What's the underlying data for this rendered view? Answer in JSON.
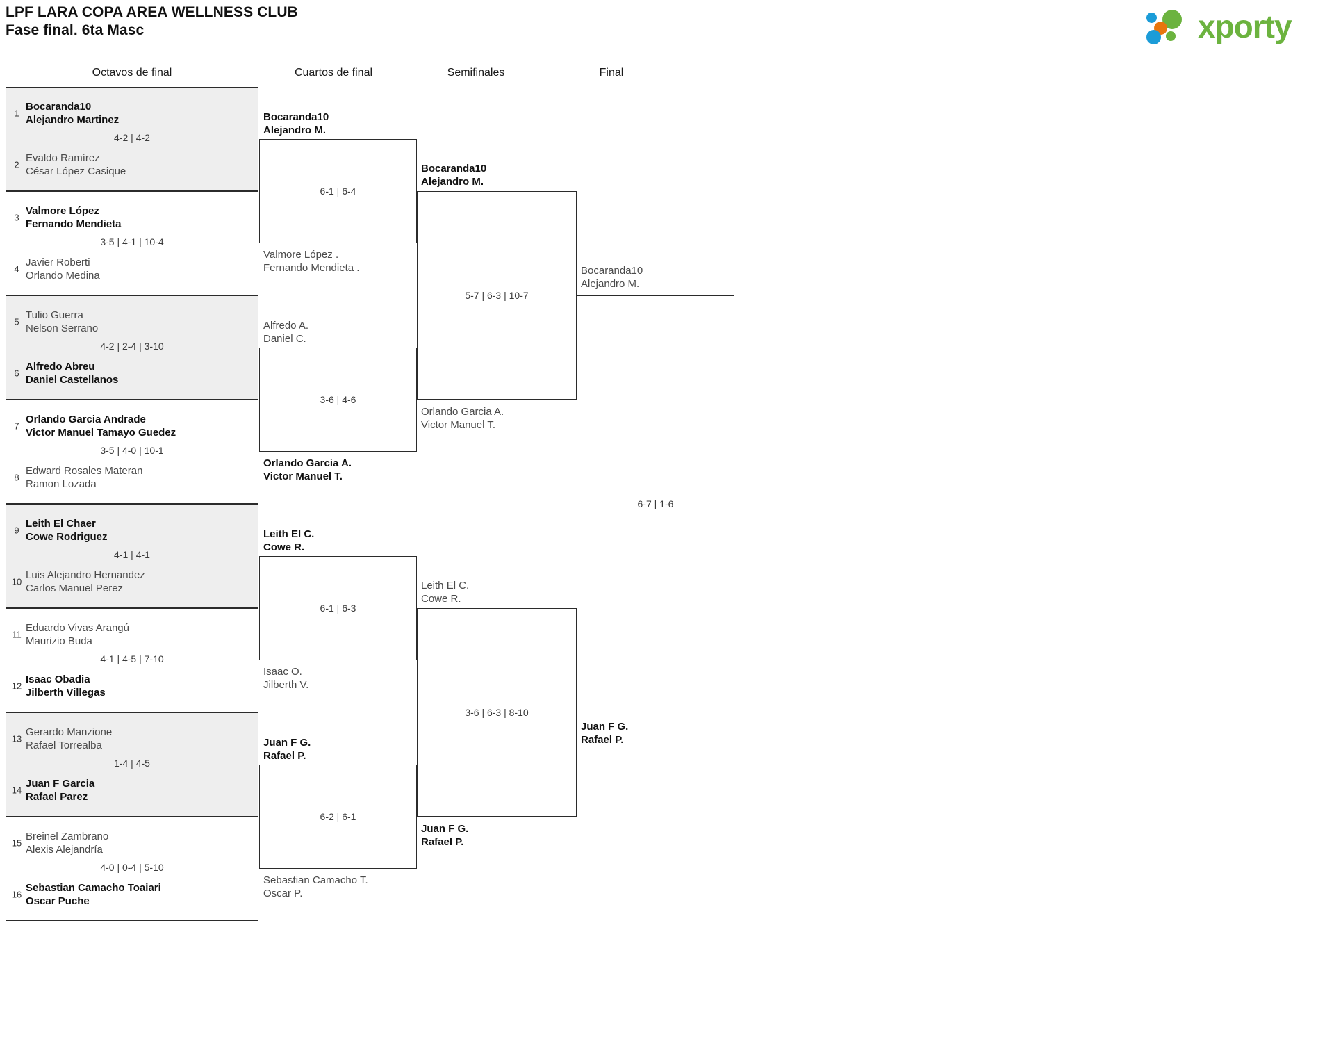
{
  "header": {
    "title": "LPF LARA COPA AREA WELLNESS CLUB",
    "phase": "Fase final. 6ta Masc",
    "logo": {
      "text": "xporty",
      "green": "#6cb33f",
      "blue": "#1b9cd8",
      "orange": "#e8760d"
    }
  },
  "rounds": [
    {
      "key": "r16",
      "label": "Octavos de final"
    },
    {
      "key": "qf",
      "label": "Cuartos de final"
    },
    {
      "key": "sf",
      "label": "Semifinales"
    },
    {
      "key": "f",
      "label": "Final"
    }
  ],
  "round1": {
    "entries": [
      {
        "seed": "1",
        "p1": "Bocaranda10",
        "p2": "Alejandro Martinez",
        "won": true
      },
      {
        "seed": "2",
        "p1": "Evaldo Ramírez",
        "p2": "César López Casique",
        "won": false
      },
      {
        "seed": "3",
        "p1": "Valmore López",
        "p2": "Fernando Mendieta",
        "won": true
      },
      {
        "seed": "4",
        "p1": "Javier Roberti",
        "p2": "Orlando Medina",
        "won": false
      },
      {
        "seed": "5",
        "p1": "Tulio Guerra",
        "p2": "Nelson Serrano",
        "won": false
      },
      {
        "seed": "6",
        "p1": "Alfredo Abreu",
        "p2": "Daniel Castellanos",
        "won": true
      },
      {
        "seed": "7",
        "p1": "Orlando Garcia Andrade",
        "p2": "Victor Manuel Tamayo Guedez",
        "won": true
      },
      {
        "seed": "8",
        "p1": "Edward Rosales Materan",
        "p2": "Ramon Lozada",
        "won": false
      },
      {
        "seed": "9",
        "p1": "Leith El Chaer",
        "p2": "Cowe Rodriguez",
        "won": true
      },
      {
        "seed": "10",
        "p1": "Luis Alejandro Hernandez",
        "p2": "Carlos Manuel Perez",
        "won": false
      },
      {
        "seed": "11",
        "p1": "Eduardo Vivas Arangú",
        "p2": "Maurizio Buda",
        "won": false
      },
      {
        "seed": "12",
        "p1": "Isaac Obadia",
        "p2": "Jilberth Villegas",
        "won": true
      },
      {
        "seed": "13",
        "p1": "Gerardo Manzione",
        "p2": "Rafael Torrealba",
        "won": false
      },
      {
        "seed": "14",
        "p1": "Juan F Garcia",
        "p2": "Rafael Parez",
        "won": true
      },
      {
        "seed": "15",
        "p1": "Breinel Zambrano",
        "p2": "Alexis Alejandría",
        "won": false
      },
      {
        "seed": "16",
        "p1": "Sebastian Camacho Toaiari",
        "p2": "Oscar Puche",
        "won": true
      }
    ],
    "scores": [
      "4-2 | 4-2",
      "3-5 | 4-1 | 10-4",
      "4-2 | 2-4 | 3-10",
      "3-5 | 4-0 | 10-1",
      "4-1 | 4-1",
      "4-1 | 4-5 | 7-10",
      "1-4 | 4-5",
      "4-0 | 0-4 | 5-10"
    ]
  },
  "quarterfinals": {
    "entries": [
      {
        "p1": "Bocaranda10",
        "p2": "Alejandro M.",
        "won": true
      },
      {
        "p1": "Valmore López .",
        "p2": "Fernando Mendieta .",
        "won": false
      },
      {
        "p1": "Alfredo A.",
        "p2": "Daniel C.",
        "won": false
      },
      {
        "p1": "Orlando Garcia A.",
        "p2": "Victor Manuel T.",
        "won": true
      },
      {
        "p1": "Leith El C.",
        "p2": "Cowe R.",
        "won": true
      },
      {
        "p1": "Isaac O.",
        "p2": "Jilberth V.",
        "won": false
      },
      {
        "p1": "Juan F G.",
        "p2": "Rafael P.",
        "won": true
      },
      {
        "p1": "Sebastian Camacho T.",
        "p2": "Oscar P.",
        "won": false
      }
    ],
    "scores": [
      "6-1 | 6-4",
      "3-6 | 4-6",
      "6-1 | 6-3",
      "6-2 | 6-1"
    ]
  },
  "semifinals": {
    "entries": [
      {
        "p1": "Bocaranda10",
        "p2": "Alejandro M.",
        "won": true
      },
      {
        "p1": "Orlando Garcia A.",
        "p2": "Victor Manuel T.",
        "won": false
      },
      {
        "p1": "Leith El C.",
        "p2": "Cowe R.",
        "won": false
      },
      {
        "p1": "Juan F G.",
        "p2": "Rafael P.",
        "won": true
      }
    ],
    "scores": [
      "5-7 | 6-3 | 10-7",
      "3-6 | 6-3 | 8-10"
    ]
  },
  "final": {
    "entries": [
      {
        "p1": "Bocaranda10",
        "p2": "Alejandro M.",
        "won": false
      },
      {
        "p1": "Juan F G.",
        "p2": "Rafael P.",
        "won": true
      }
    ],
    "scores": [
      "6-7 | 1-6"
    ]
  }
}
